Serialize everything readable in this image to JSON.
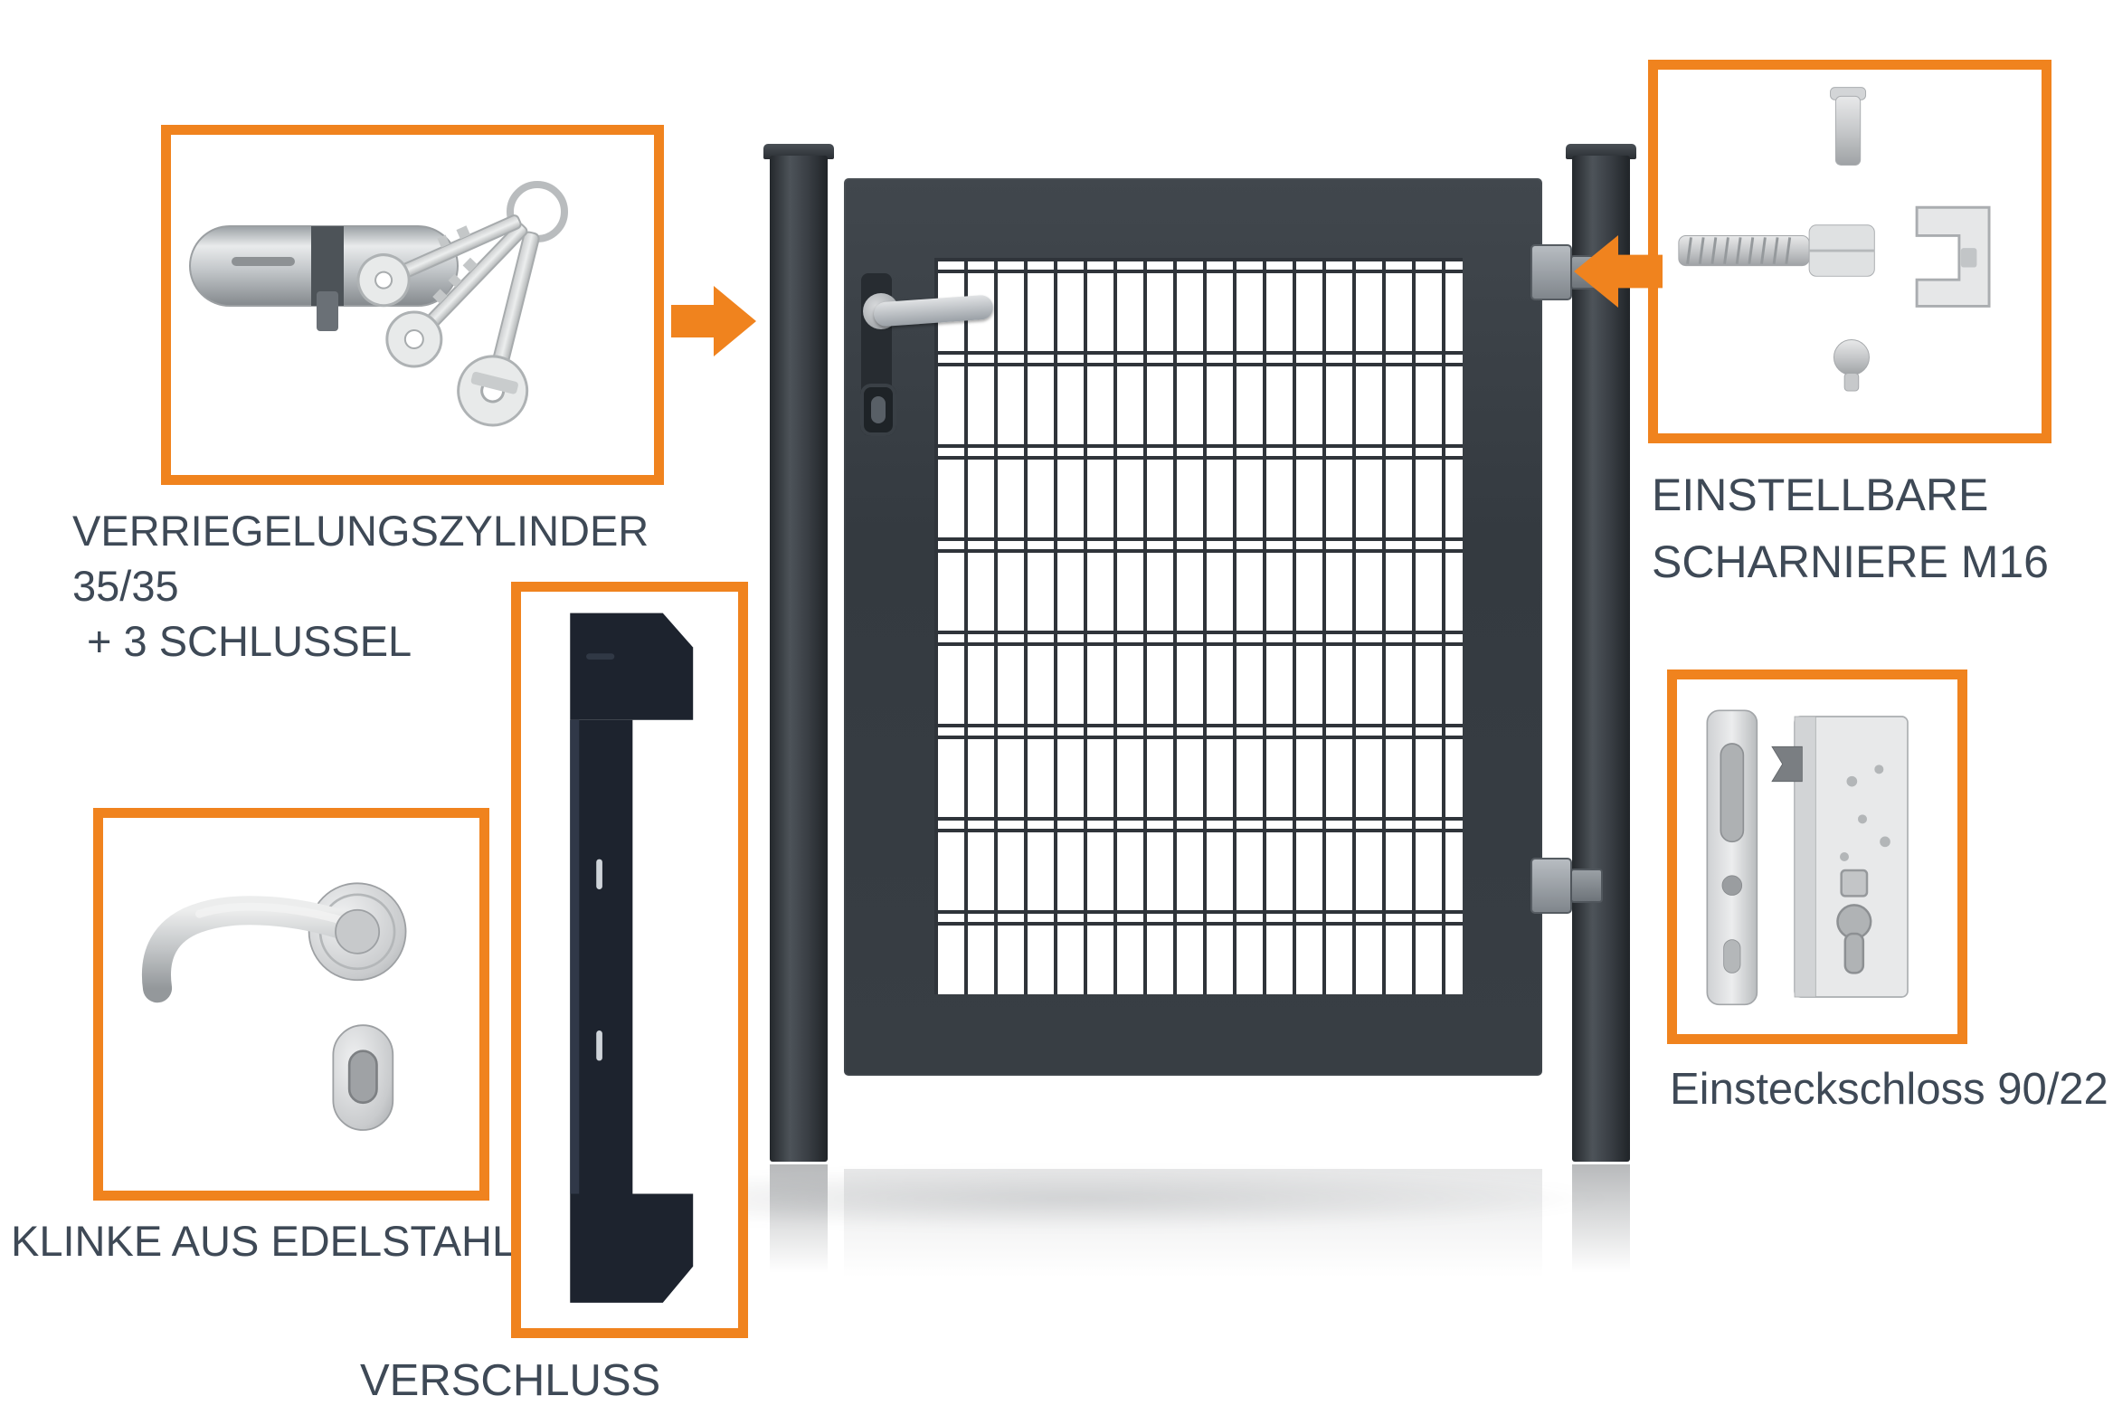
{
  "colors": {
    "accent_orange": "#F0831E",
    "label_text": "#3E4956",
    "gate_anthracite": "#3A4046"
  },
  "callouts": {
    "cylinder": {
      "line1": "VERRIEGELUNGSZYLINDER 35/35",
      "line2": "+ 3 SCHLUSSEL"
    },
    "hinge": {
      "line1": "EINSTELLBARE",
      "line2": "SCHARNIERE M16"
    },
    "handle": {
      "label": "KLINKE AUS EDELSTAHL"
    },
    "lock": {
      "label": "Einsteckschloss 90/22"
    },
    "latch": {
      "label": "VERSCHLUSS"
    }
  },
  "images": {
    "cylinder": "lock-cylinder-with-three-keys",
    "hinge": "adjustable-hinge-parts",
    "handle": "stainless-steel-lever-handle",
    "lock": "mortise-lock-with-strike-plate",
    "latch": "dark-closure-strip",
    "gate": "anthracite-mesh-garden-gate"
  }
}
